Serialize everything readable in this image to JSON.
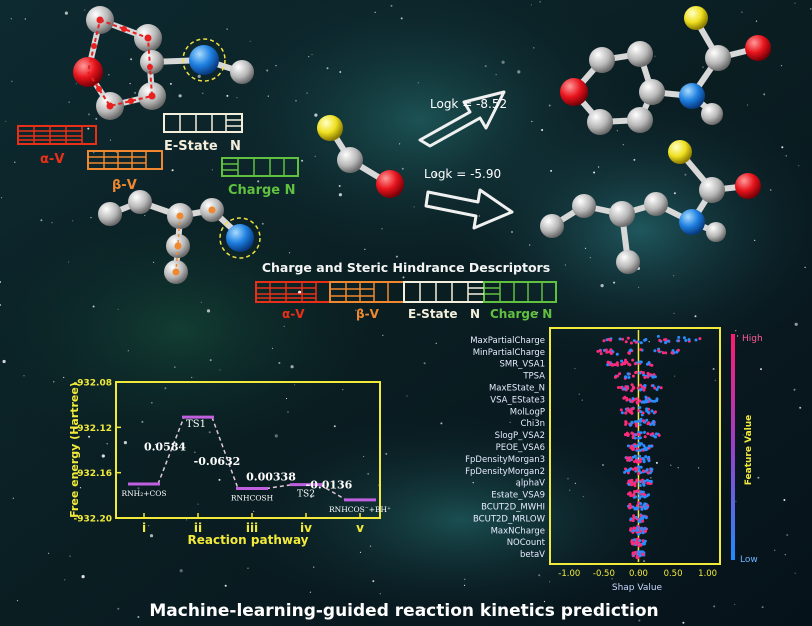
{
  "title": "Machine-learning-guided reaction kinetics prediction",
  "descriptors": {
    "alpha_v": "α-V",
    "beta_v": "β-V",
    "estate": "E-State",
    "n": "N",
    "charge_n": "Charge N",
    "panel_title": "Charge and Steric Hindrance Descriptors"
  },
  "arrows": {
    "logk1": "Logk = -8.52",
    "logk2": "Logk = -5.90"
  },
  "colors": {
    "oxygen": "#e8141c",
    "nitrogen": "#1e7fe0",
    "sulfur": "#f0e020",
    "carbon": "#c4c4c4",
    "alpha": "#e83018",
    "beta": "#f08830",
    "estate": "#f4eedc",
    "charge": "#60c040",
    "frame": "#f2ea3a"
  },
  "energy_chart": {
    "type": "line",
    "ylabel": "Free energy (Hartree)",
    "xlabel": "Reaction pathway",
    "yticks": [
      "-932.08",
      "-932.12",
      "-932.16",
      "-932.20"
    ],
    "ylim": [
      -932.2,
      -932.08
    ],
    "xticks": [
      "i",
      "ii",
      "iii",
      "iv",
      "v"
    ],
    "states": [
      {
        "x": 1,
        "y": -932.17,
        "label": "RNH₂+COS"
      },
      {
        "x": 2,
        "y": -932.111,
        "label": "TS1"
      },
      {
        "x": 3,
        "y": -932.174,
        "label": "RNHCOSH"
      },
      {
        "x": 4,
        "y": -932.1706,
        "label": "TS2"
      },
      {
        "x": 5,
        "y": -932.184,
        "label": "RNHCOS⁻+BH⁺"
      }
    ],
    "barriers": [
      "0.0584",
      "-0.0632",
      "0.00338",
      "-0.0136"
    ]
  },
  "shap_chart": {
    "type": "scatter",
    "xlabel": "Shap Value",
    "colorbar_label": "Feature Value",
    "colorbar_high": "High",
    "colorbar_low": "Low",
    "xlim": [
      -1.25,
      1.15
    ],
    "xticks": [
      {
        "v": -1.0,
        "label": "-1.00"
      },
      {
        "v": -0.5,
        "label": "-0.50"
      },
      {
        "v": 0.0,
        "label": "0.00"
      },
      {
        "v": 0.5,
        "label": "0.50"
      },
      {
        "v": 1.0,
        "label": "1.00"
      }
    ],
    "features": [
      {
        "name": "MaxPartialCharge",
        "spread": [
          -0.55,
          0.9
        ]
      },
      {
        "name": "MinPartialCharge",
        "spread": [
          -0.6,
          0.6
        ]
      },
      {
        "name": "SMR_VSA1",
        "spread": [
          -0.45,
          0.2
        ]
      },
      {
        "name": "TPSA",
        "spread": [
          -0.35,
          0.25
        ]
      },
      {
        "name": "MaxEState_N",
        "spread": [
          -0.3,
          0.35
        ]
      },
      {
        "name": "VSA_EState3",
        "spread": [
          -0.25,
          0.3
        ]
      },
      {
        "name": "MolLogP",
        "spread": [
          -0.25,
          0.25
        ]
      },
      {
        "name": "Chi3n",
        "spread": [
          -0.2,
          0.25
        ]
      },
      {
        "name": "SlogP_VSA2",
        "spread": [
          -0.2,
          0.3
        ]
      },
      {
        "name": "PEOE_VSA6",
        "spread": [
          -0.15,
          0.2
        ]
      },
      {
        "name": "FpDensityMorgan3",
        "spread": [
          -0.2,
          0.2
        ]
      },
      {
        "name": "FpDensityMorgan2",
        "spread": [
          -0.2,
          0.2
        ]
      },
      {
        "name": "alphaV",
        "spread": [
          -0.15,
          0.2
        ]
      },
      {
        "name": "Estate_VSA9",
        "spread": [
          -0.15,
          0.15
        ]
      },
      {
        "name": "BCUT2D_MWHI",
        "spread": [
          -0.15,
          0.15
        ]
      },
      {
        "name": "BCUT2D_MRLOW",
        "spread": [
          -0.12,
          0.12
        ]
      },
      {
        "name": "MaxNCharge",
        "spread": [
          -0.12,
          0.12
        ]
      },
      {
        "name": "NOCount",
        "spread": [
          -0.1,
          0.1
        ]
      },
      {
        "name": "betaV",
        "spread": [
          -0.08,
          0.08
        ]
      }
    ]
  }
}
